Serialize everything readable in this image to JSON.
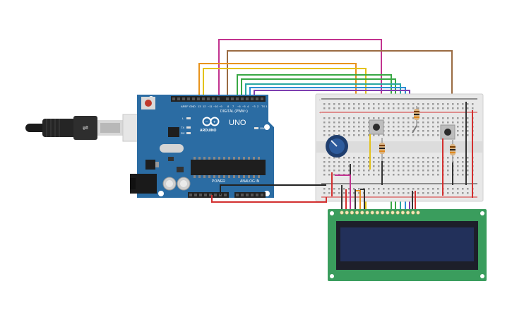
{
  "arduino": {
    "model": "UNO",
    "brand": "ARDUINO",
    "digital_label": "DIGITAL (PWM~)",
    "power_label": "POWER",
    "analog_label": "ANALOG IN",
    "on_label": "ON",
    "tx_label": "TX",
    "rx_label": "RX",
    "l_label": "L",
    "colors": {
      "board": "#2b6ca3",
      "board_dark": "#1f5585",
      "header": "#222222"
    }
  },
  "breadboard": {
    "colors": {
      "body": "#e8e8e8",
      "rail_red": "#d32f2f",
      "rail_black": "#333333"
    }
  },
  "lcd": {
    "colors": {
      "pcb": "#3a9d5d",
      "bezel": "#1d1f2a",
      "screen": "#22305a"
    }
  },
  "wires": {
    "colors": {
      "magenta": "#c2338f",
      "brown": "#9a6b42",
      "orange": "#e8931c",
      "yellow": "#e3c21a",
      "green": "#39a845",
      "teal": "#28a7a3",
      "blue": "#2d8fd6",
      "purple": "#7e3fb0",
      "red": "#d32f2f",
      "black": "#222222",
      "gray": "#7a7a7a"
    }
  }
}
